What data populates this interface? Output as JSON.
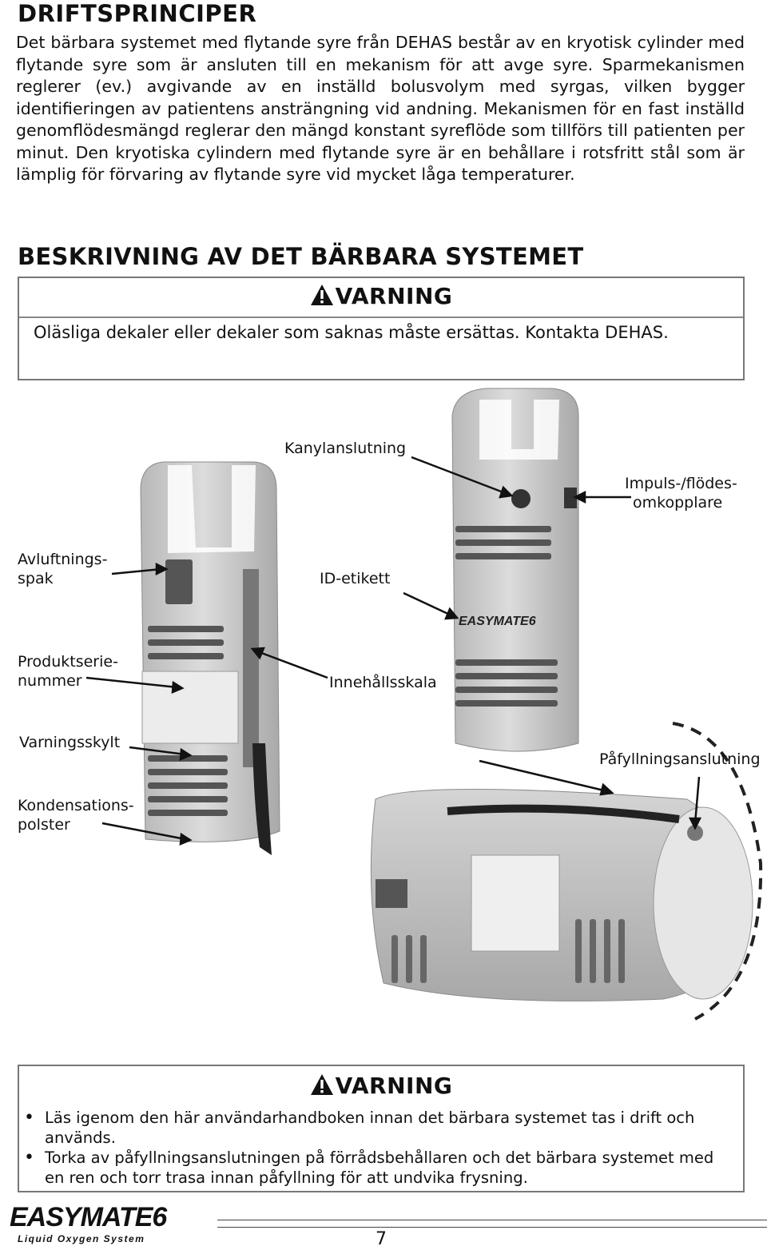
{
  "section1": {
    "title": "DRIFTSPRINCIPER",
    "body": "Det bärbara systemet med flytande syre från DEHAS består av en kryotisk cylinder med flytande syre som är ansluten till en mekanism för att avge syre. Sparmekanismen reglerer (ev.) avgivande av en inställd bolusvolym med syrgas, vilken bygger identifieringen av patientens ansträngning vid andning. Mekanismen för en fast inställd genomflödesmängd reglerar den mängd konstant syreflöde som tillförs till patienten per minut. Den kryotiska cylindern med flytande syre är en behållare i rotsfritt stål som är lämplig för förvaring av flytande syre vid mycket låga temperaturer."
  },
  "section2": {
    "title": "BESKRIVNING AV DET BÄRBARA SYSTEMET"
  },
  "warning1": {
    "heading": "VARNING",
    "message": "Oläsliga dekaler eller dekaler som saknas måste ersättas. Kontakta DEHAS."
  },
  "figure": {
    "labels": {
      "kanyl": "Kanylanslutning",
      "impuls_1": "Impuls-/flödes-",
      "impuls_2": "omkopplare",
      "avluft_1": "Avluftnings-",
      "avluft_2": "spak",
      "id_etikett": "ID-etikett",
      "prod_1": "Produktserie-",
      "prod_2": "nummer",
      "innehall": "Innehållsskala",
      "varningsskylt": "Varningsskylt",
      "pafyll": "Påfyllningsanslutning",
      "kond_1": "Kondensations-",
      "kond_2": "polster"
    },
    "device_brand": "EASYMATE6",
    "colors": {
      "device": "#c9c9c9",
      "grille": "#555555",
      "strap": "#222222"
    }
  },
  "warning2": {
    "heading": "VARNING",
    "items": [
      "Läs igenom den här användarhandboken innan det bärbara systemet tas i drift och används.",
      "Torka av påfyllningsanslutningen på förrådsbehållaren och det bärbara systemet med en ren och torr trasa innan påfyllning för att undvika frysning."
    ]
  },
  "footer": {
    "logo_main": "EASYMATE6",
    "logo_sub": "Liquid Oxygen System",
    "page_number": "7"
  }
}
